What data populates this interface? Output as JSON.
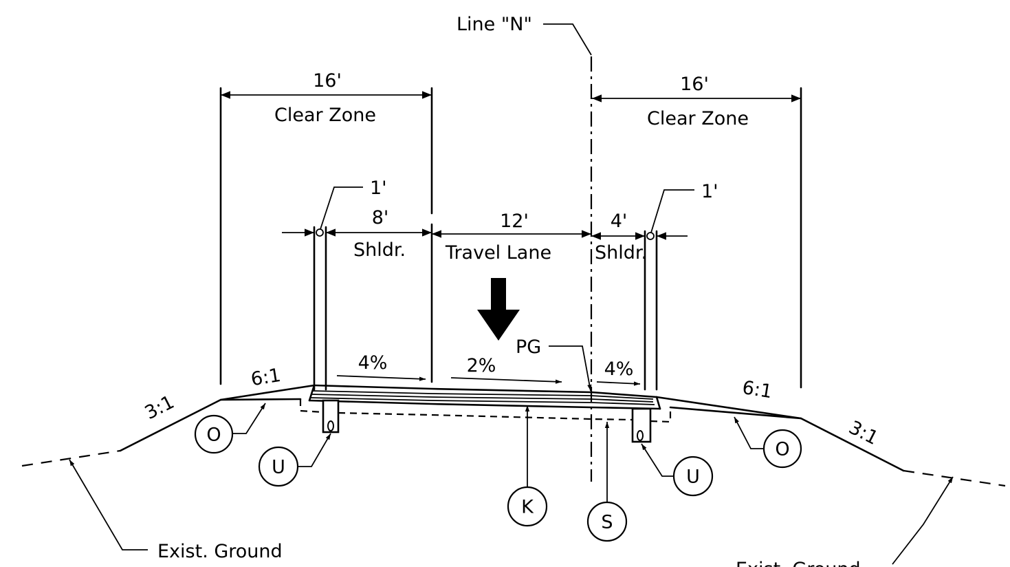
{
  "labels": {
    "centerline": "Line \"N\"",
    "left_clear_dim": "16'",
    "left_clear_text": "Clear Zone",
    "right_clear_dim": "16'",
    "right_clear_text": "Clear Zone",
    "left_offset": "1'",
    "right_offset": "1'",
    "left_shoulder_dim": "8'",
    "left_shoulder_text": "Shldr.",
    "lane_dim": "12'",
    "lane_text": "Travel Lane",
    "right_shoulder_dim": "4'",
    "right_shoulder_text": "Shldr.",
    "pg": "PG",
    "left_shoulder_slope": "4%",
    "lane_slope": "2%",
    "right_shoulder_slope": "4%",
    "left_foreslope": "6:1",
    "right_foreslope": "6:1",
    "left_backslope": "3:1",
    "right_backslope": "3:1",
    "left_ground": "Exist. Ground",
    "right_ground": "Exist. Ground"
  },
  "callouts": {
    "o_left": "O",
    "o_right": "O",
    "u_left": "U",
    "u_right": "U",
    "k": "K",
    "s": "S"
  },
  "colors": {
    "line": "#000000",
    "background": "#ffffff"
  }
}
